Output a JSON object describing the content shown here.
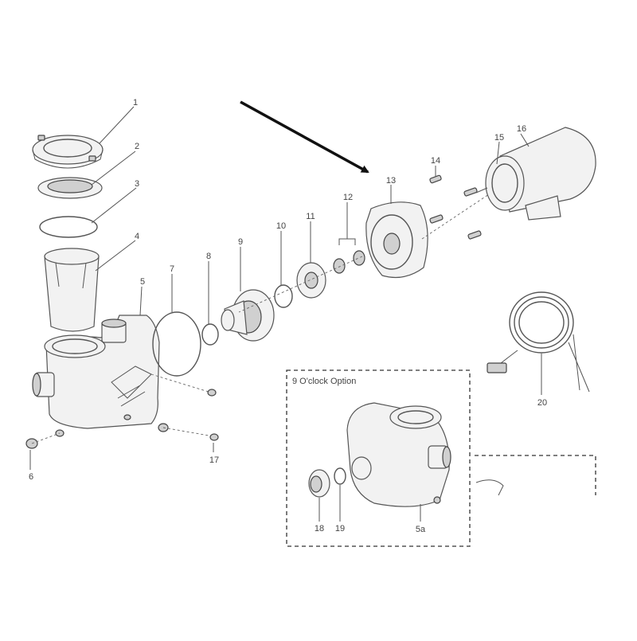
{
  "diagram": {
    "option_box_title": "9 O'clock Option",
    "callouts": [
      {
        "id": "1",
        "label": "1"
      },
      {
        "id": "2",
        "label": "2"
      },
      {
        "id": "3",
        "label": "3"
      },
      {
        "id": "4",
        "label": "4"
      },
      {
        "id": "5",
        "label": "5"
      },
      {
        "id": "6",
        "label": "6"
      },
      {
        "id": "7",
        "label": "7"
      },
      {
        "id": "8",
        "label": "8"
      },
      {
        "id": "9",
        "label": "9"
      },
      {
        "id": "10",
        "label": "10"
      },
      {
        "id": "11",
        "label": "11"
      },
      {
        "id": "12",
        "label": "12"
      },
      {
        "id": "13",
        "label": "13"
      },
      {
        "id": "14",
        "label": "14"
      },
      {
        "id": "15",
        "label": "15"
      },
      {
        "id": "16",
        "label": "16"
      },
      {
        "id": "17",
        "label": "17"
      },
      {
        "id": "18",
        "label": "18"
      },
      {
        "id": "19",
        "label": "19"
      },
      {
        "id": "20",
        "label": "20"
      },
      {
        "id": "5a",
        "label": "5a"
      }
    ]
  }
}
